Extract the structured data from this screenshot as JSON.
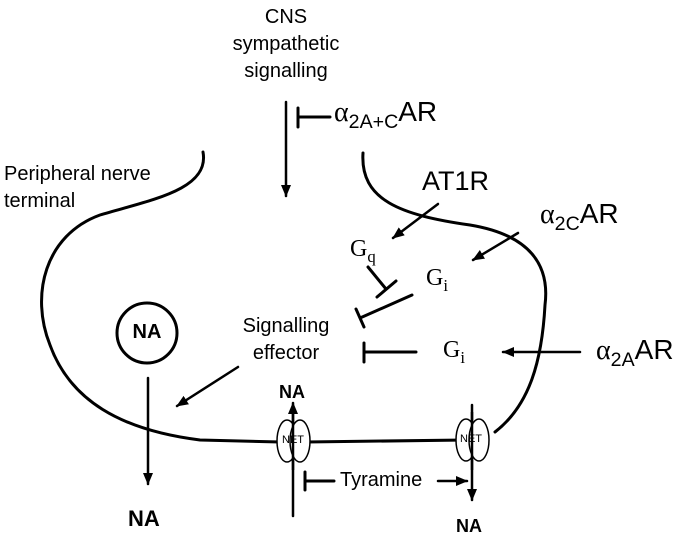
{
  "labels": {
    "cns": "CNS\nsympathetic\nsignalling",
    "alpha_2ac": {
      "prefix": "α",
      "sub": "2A+C",
      "suffix": "AR"
    },
    "peripheral": "Peripheral nerve\nterminal",
    "at1r": "AT1R",
    "alpha_2c": {
      "prefix": "α",
      "sub": "2C",
      "suffix": "AR"
    },
    "gq": {
      "prefix": "G",
      "sub": "q"
    },
    "gi_upper": {
      "prefix": "G",
      "sub": "i"
    },
    "gi_lower": {
      "prefix": "G",
      "sub": "i"
    },
    "alpha_2a": {
      "prefix": "α",
      "sub": "2A",
      "suffix": "AR"
    },
    "na_vesicle": "NA",
    "signalling_effector": "Signalling\neffector",
    "na_left_bottom": "NA",
    "na_middle_top": "NA",
    "net_left": "NET",
    "net_right": "NET",
    "tyramine": "Tyramine",
    "na_right_bottom": "NA"
  }
}
